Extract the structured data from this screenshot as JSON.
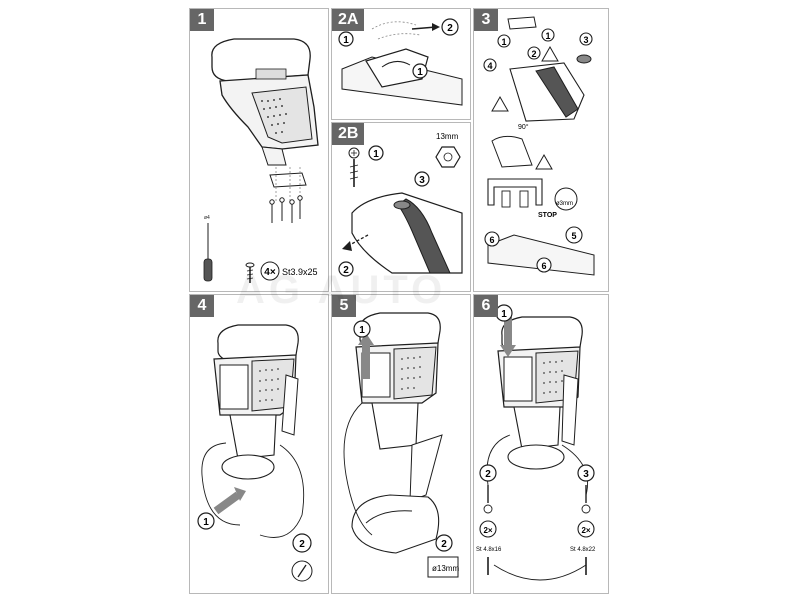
{
  "colors": {
    "badge": "#666666",
    "line": "#1e1e1e",
    "gray": "#8a8a8a",
    "dark": "#3c3c3c",
    "panel_border": "#b8b8b8"
  },
  "watermark": "AG AUTO",
  "panels": {
    "p1": {
      "step": "1",
      "drill_label": "ø4",
      "screw_count": "4×",
      "screw_size": "St3.9x25"
    },
    "p2a": {
      "step": "2A",
      "callouts": [
        "1",
        "2",
        "1"
      ]
    },
    "p2b": {
      "step": "2B",
      "callouts": [
        "1",
        "2",
        "3"
      ],
      "wrench_size": "13mm"
    },
    "p3": {
      "step": "3",
      "callouts": [
        "1",
        "1",
        "2",
        "3",
        "4",
        "5",
        "6",
        "6"
      ],
      "angle": "90°",
      "stop_label": "STOP",
      "gap_label": "ø3mm"
    },
    "p4": {
      "step": "4",
      "callouts": [
        "1",
        "2"
      ]
    },
    "p5": {
      "step": "5",
      "callouts": [
        "1",
        "2"
      ],
      "gap_label": "ø13mm"
    },
    "p6": {
      "step": "6",
      "callouts": [
        "1",
        "2",
        "3"
      ],
      "screw_left": {
        "count": "2×",
        "size": "St 4.8x16"
      },
      "screw_right": {
        "count": "2×",
        "size": "St 4.8x22"
      }
    }
  }
}
